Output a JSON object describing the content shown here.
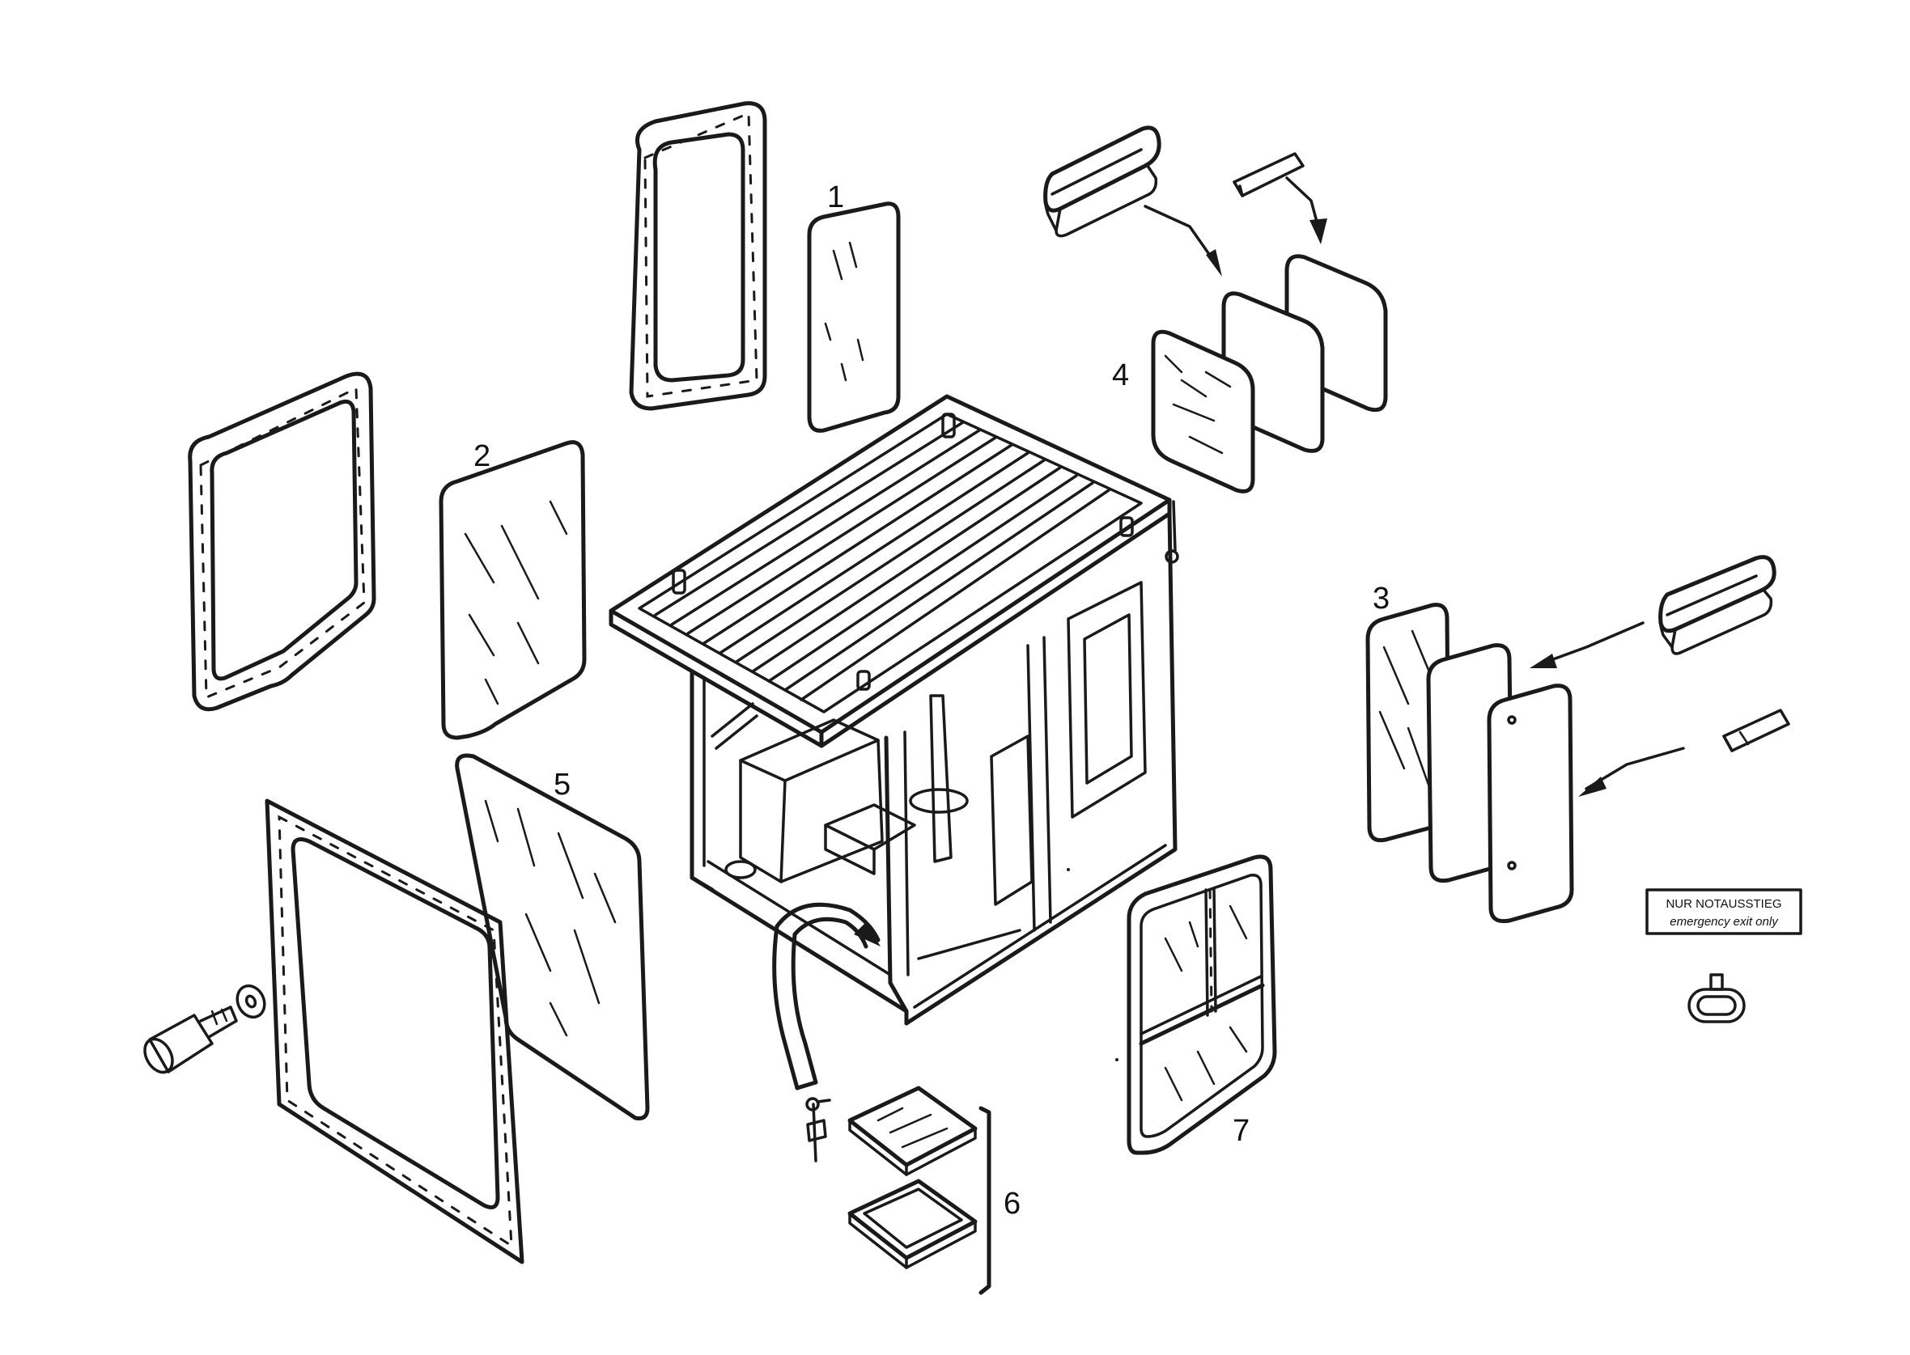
{
  "callouts": {
    "c1": "1",
    "c2": "2",
    "c3": "3",
    "c4": "4",
    "c5": "5",
    "c6": "6",
    "c7": "7"
  },
  "plate": {
    "line1": "NUR NOTAUSSTIEG",
    "line2": "emergency exit only"
  },
  "colors": {
    "ink": "#1a1a1a",
    "paper": "#ffffff"
  }
}
